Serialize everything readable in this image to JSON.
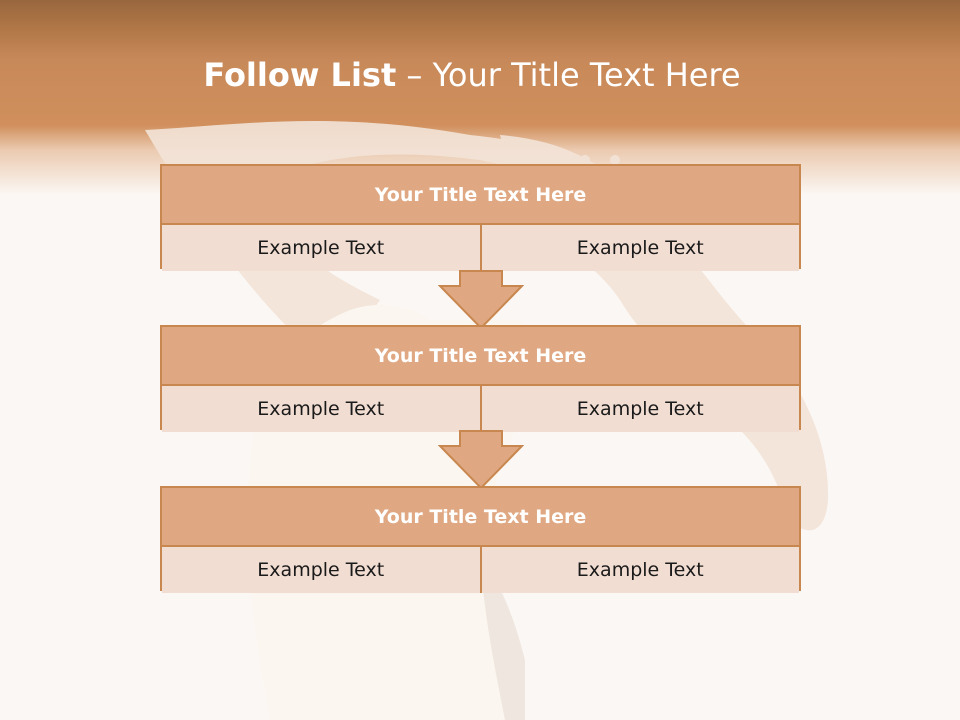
{
  "slide": {
    "title_bold": "Follow List",
    "title_rest": " – Your Title Text Here"
  },
  "steps": [
    {
      "title": "Your Title Text Here",
      "left": "Example Text",
      "right": "Example Text"
    },
    {
      "title": "Your Title Text Here",
      "left": "Example Text",
      "right": "Example Text"
    },
    {
      "title": "Your Title Text Here",
      "left": "Example Text",
      "right": "Example Text"
    }
  ],
  "colors": {
    "accent": "#c8874f",
    "box_title_fill": "#e0a882",
    "box_body_fill": "#f2ddd2",
    "header": "#c8895a"
  }
}
